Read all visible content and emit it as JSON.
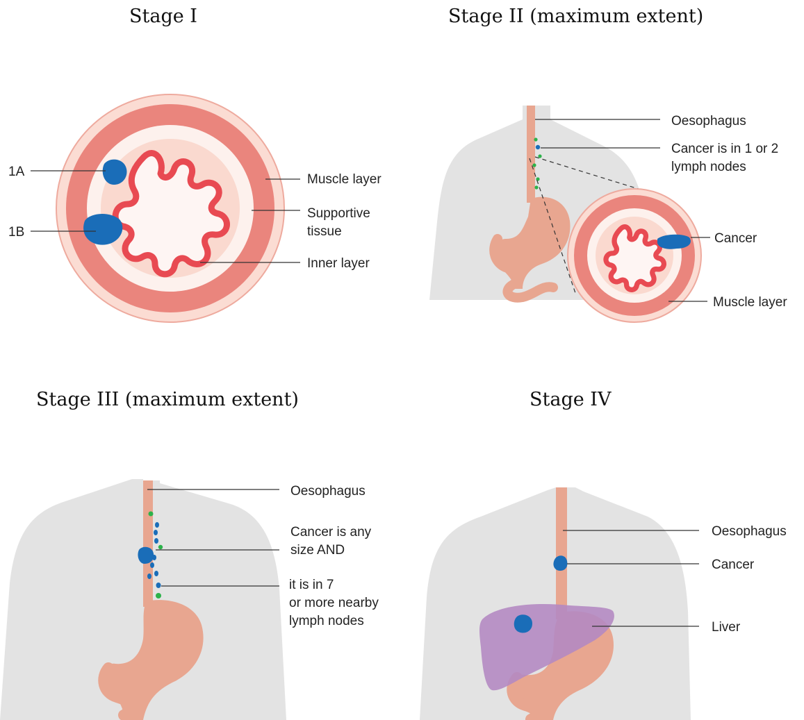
{
  "stages": {
    "stage1": {
      "title": "Stage I",
      "labels": {
        "a1": "1A",
        "b1": "1B",
        "muscle": "Muscle layer",
        "supportive_1": "Supportive",
        "supportive_2": "tissue",
        "inner": "Inner layer"
      }
    },
    "stage2": {
      "title": "Stage II (maximum extent)",
      "labels": {
        "oesophagus": "Oesophagus",
        "nodes_1": "Cancer is in 1 or 2",
        "nodes_2": "lymph nodes",
        "cancer": "Cancer",
        "muscle": "Muscle layer"
      }
    },
    "stage3": {
      "title": "Stage III (maximum extent)",
      "labels": {
        "oesophagus": "Oesophagus",
        "size_1": "Cancer is any",
        "size_2": "size AND",
        "nodes_1": "it is in 7",
        "nodes_2": "or more nearby",
        "nodes_3": "lymph nodes"
      }
    },
    "stage4": {
      "title": "Stage IV",
      "labels": {
        "oesophagus": "Oesophagus",
        "cancer": "Cancer",
        "liver": "Liver"
      }
    }
  },
  "colors": {
    "body": "#e3e3e3",
    "organ": "#e8a690",
    "muscle": "#ea857d",
    "inner_wall": "#e84a52",
    "tumour": "#1a6db8",
    "lymph_node": "#2cb24a",
    "liver": "#b48ac2"
  }
}
